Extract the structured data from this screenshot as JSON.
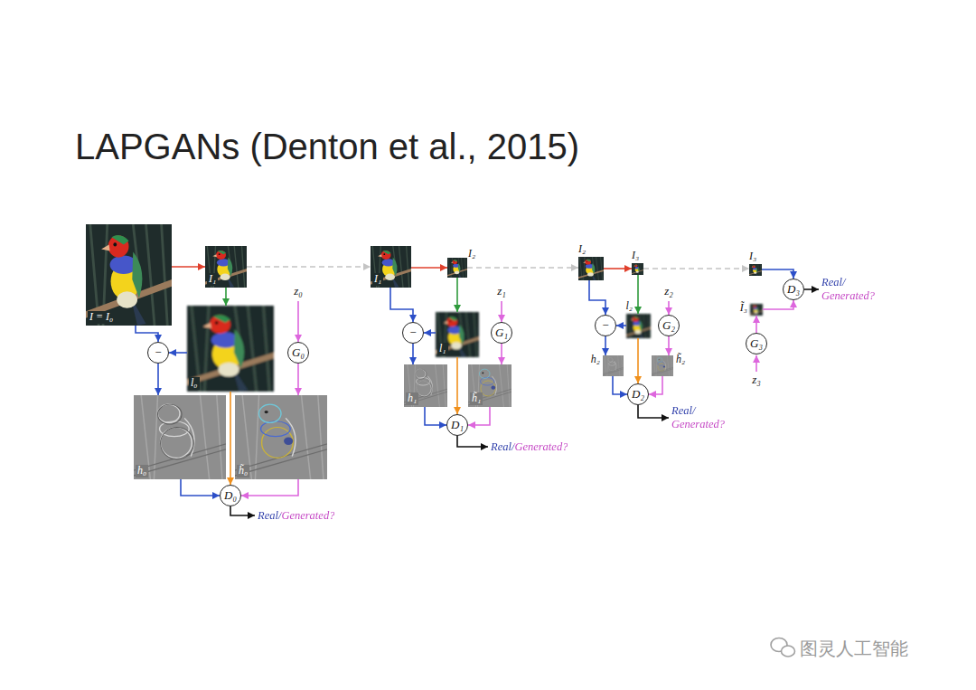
{
  "diagram": {
    "title": "LAPGANs (Denton et al., 2015)",
    "nodes": [
      {
        "text": [
          "I = I₀"
        ]
      },
      {
        "text": [
          "I₁"
        ]
      },
      {
        "text": [
          "l₀"
        ]
      },
      {
        "text": [
          "−"
        ]
      },
      {
        "text": [
          "G₀"
        ]
      },
      {
        "text": [
          "h₀"
        ]
      },
      {
        "text": [
          "h̃₀"
        ]
      },
      {
        "text": [
          "D₀"
        ]
      },
      {
        "text": [
          "I₁"
        ]
      },
      {
        "text": [
          "I₂"
        ]
      },
      {
        "text": [
          "l₁"
        ]
      },
      {
        "text": [
          "−"
        ]
      },
      {
        "text": [
          "G₁"
        ]
      },
      {
        "text": [
          "h₁"
        ]
      },
      {
        "text": [
          "h̃₁"
        ]
      },
      {
        "text": [
          "D₁"
        ]
      },
      {
        "text": [
          "I₂"
        ]
      },
      {
        "text": [
          "I₃"
        ]
      },
      {
        "text": [
          "l₂"
        ]
      },
      {
        "text": [
          "−"
        ]
      },
      {
        "text": [
          "G₂"
        ]
      },
      {
        "text": [
          "h₂"
        ]
      },
      {
        "text": [
          "h̃₂"
        ]
      },
      {
        "text": [
          "D₂"
        ]
      },
      {
        "text": [
          "I₃"
        ]
      },
      {
        "text": [
          "Ĩ₃"
        ]
      },
      {
        "text": [
          "D₃"
        ]
      },
      {
        "text": [
          "G₃"
        ]
      }
    ],
    "edges": [
      {
        "from": 0,
        "to": 1,
        "arrow": "to"
      },
      {
        "from": 1,
        "to": 2,
        "arrow": "to"
      },
      {
        "from": 0,
        "to": 3,
        "arrow": "to"
      },
      {
        "from": 2,
        "to": 3,
        "arrow": "to"
      },
      {
        "from": 3,
        "to": 5,
        "arrow": "to"
      },
      {
        "from": 4,
        "to": 6,
        "arrow": "to"
      },
      {
        "from": 2,
        "to": 7,
        "arrow": "to"
      },
      {
        "from": 5,
        "to": 7,
        "arrow": "to"
      },
      {
        "from": 6,
        "to": 7,
        "arrow": "to"
      },
      {
        "from": 1,
        "to": 8,
        "arrow": "to"
      },
      {
        "from": 8,
        "to": 9,
        "arrow": "to"
      },
      {
        "from": 9,
        "to": 10,
        "arrow": "to"
      },
      {
        "from": 8,
        "to": 11,
        "arrow": "to"
      },
      {
        "from": 10,
        "to": 11,
        "arrow": "to"
      },
      {
        "from": 11,
        "to": 13,
        "arrow": "to"
      },
      {
        "from": 12,
        "to": 14,
        "arrow": "to"
      },
      {
        "from": 10,
        "to": 15,
        "arrow": "to"
      },
      {
        "from": 13,
        "to": 15,
        "arrow": "to"
      },
      {
        "from": 14,
        "to": 15,
        "arrow": "to"
      },
      {
        "from": 9,
        "to": 16,
        "arrow": "to"
      },
      {
        "from": 16,
        "to": 17,
        "arrow": "to"
      },
      {
        "from": 17,
        "to": 18,
        "arrow": "to"
      },
      {
        "from": 16,
        "to": 19,
        "arrow": "to"
      },
      {
        "from": 18,
        "to": 19,
        "arrow": "to"
      },
      {
        "from": 19,
        "to": 21,
        "arrow": "to"
      },
      {
        "from": 20,
        "to": 22,
        "arrow": "to"
      },
      {
        "from": 18,
        "to": 23,
        "arrow": "to"
      },
      {
        "from": 21,
        "to": 23,
        "arrow": "to"
      },
      {
        "from": 22,
        "to": 23,
        "arrow": "to"
      },
      {
        "from": 17,
        "to": 24,
        "arrow": "to"
      },
      {
        "from": 24,
        "to": 26,
        "arrow": "to"
      },
      {
        "from": 25,
        "to": 26,
        "arrow": "to"
      },
      {
        "from": 27,
        "to": 25,
        "arrow": "to"
      }
    ],
    "labels": [
      "z₀",
      "Real/Generated?",
      "z₁",
      "Real/Generated?",
      "z₂",
      "Real/ Generated?",
      "z₃",
      "Real/ Generated?",
      "图灵人工智能"
    ]
  }
}
